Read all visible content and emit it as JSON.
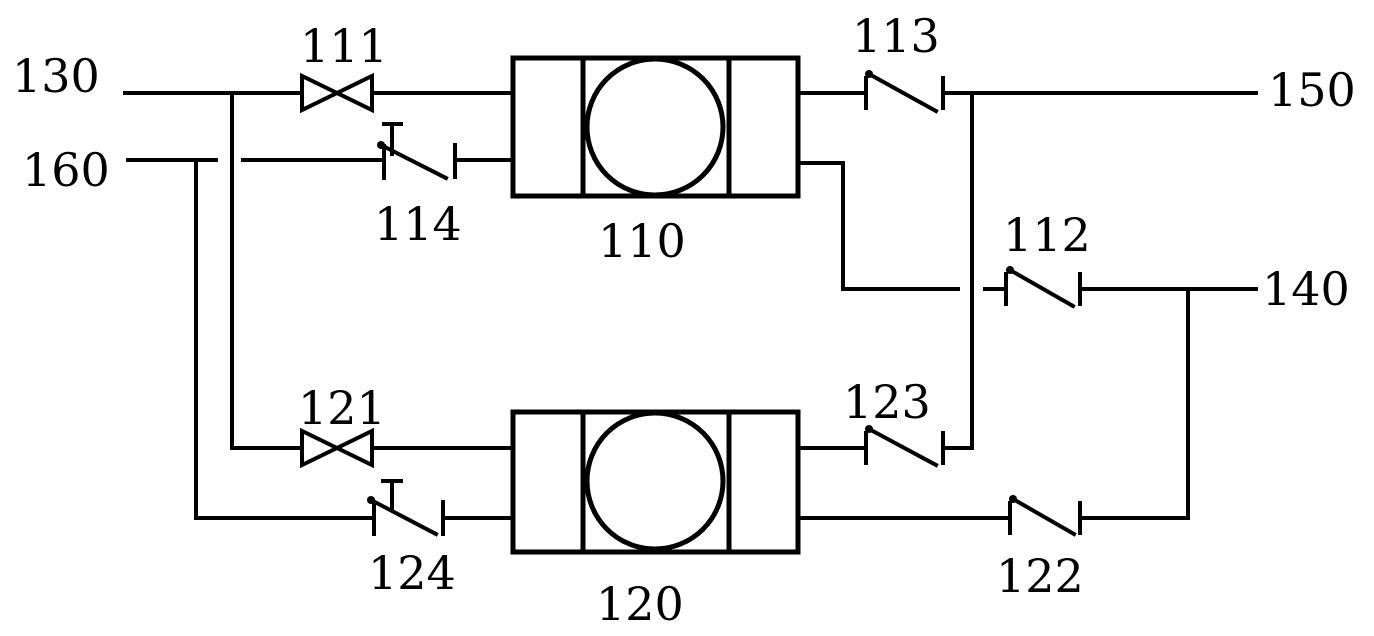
{
  "labels": {
    "port_130": "130",
    "port_160": "160",
    "port_150": "150",
    "port_140": "140",
    "unit_110": "110",
    "unit_120": "120",
    "valve_111": "111",
    "valve_114": "114",
    "valve_113": "113",
    "valve_112": "112",
    "valve_121": "121",
    "valve_124": "124",
    "valve_123": "123",
    "valve_122": "122"
  }
}
